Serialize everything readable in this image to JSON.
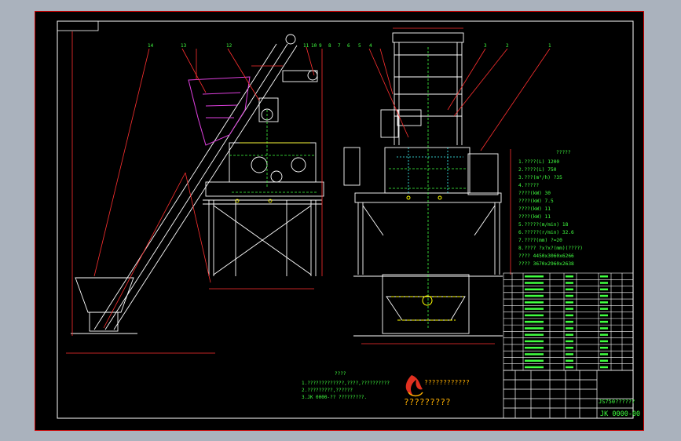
{
  "colors": {
    "background": "#aab2bd",
    "sheet": "#000000",
    "border": "#cc0000",
    "outline": "#ffffff",
    "leader": "#ff3030",
    "magenta": "#e040e0",
    "green": "#40ff40",
    "yellow": "#ffff00",
    "cyan": "#40ffff",
    "blue": "#4060ff"
  },
  "spec_title": "?????",
  "spec_lines": [
    "1.????(L)   1200",
    "2.????(L)   750",
    "3.???(m³/h)  ?35",
    "4.?????",
    "????(kW)   30",
    "????(kW)   7.5",
    "????(kW)   11",
    "????(kW)   11",
    "5.?????(m/min)  18",
    "6.?????(r/min)  32.6",
    "7.????(mm)    ?=20",
    "8.????  ?x?x?(mm)(????)",
    "???? 4450x3060x6266",
    "???? 3670x2960x2638"
  ],
  "notes_title": "????",
  "notes": [
    "1.?????????????,????,??????????",
    "2.?????????,??????",
    "3.JK 0000-?? ?????????."
  ],
  "logo_text": "????????????",
  "logo_subtitle": "?????????",
  "title_block": {
    "drawing_name": "JS750??????",
    "drawing_number": "JK 0000-00"
  },
  "part_labels_left": [
    "14",
    "13",
    "12",
    "11",
    "10",
    "9",
    "8",
    "7",
    "6"
  ],
  "part_labels_right": [
    "5",
    "4",
    "3",
    "2",
    "1"
  ]
}
